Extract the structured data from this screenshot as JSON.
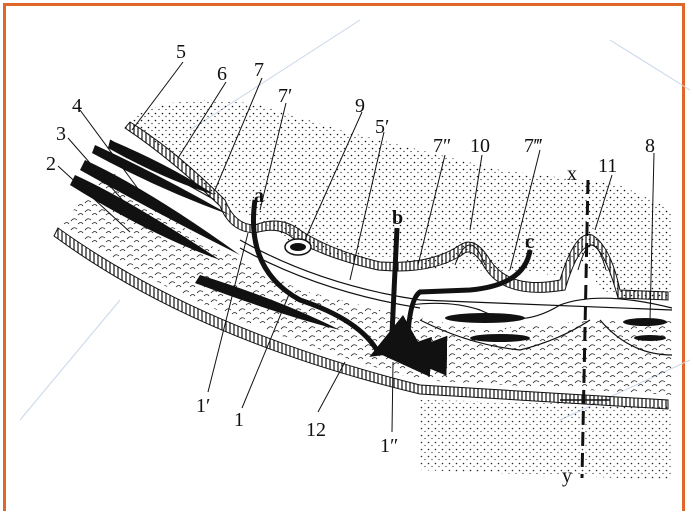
{
  "colors": {
    "frame": "#e0662a",
    "ink": "#111111",
    "watermark": "#c8d6e8"
  },
  "labels": {
    "n5": "5",
    "n6": "6",
    "n7": "7",
    "n7p": "7′",
    "n9": "9",
    "n5p": "5′",
    "n7pp": "7″",
    "n10": "10",
    "n7ppp": "7‴",
    "x": "x",
    "n11": "11",
    "n8": "8",
    "n4": "4",
    "n3": "3",
    "n2": "2",
    "a": "a",
    "b": "b",
    "c": "c",
    "n1p": "1′",
    "n1": "1",
    "n12": "12",
    "n1pp": "1″",
    "y": "y"
  }
}
